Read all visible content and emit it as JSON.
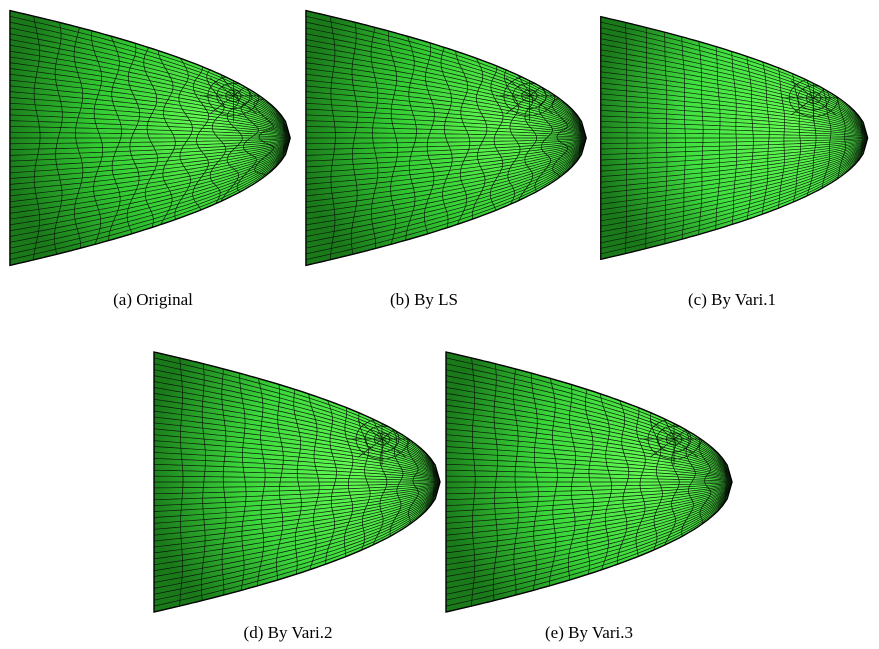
{
  "figure": {
    "panels": [
      {
        "id": "a",
        "caption": "(a) Original",
        "shade": "#33cc33",
        "uniformity": 0.0
      },
      {
        "id": "b",
        "caption": "(b) By LS",
        "shade": "#33cc33",
        "uniformity": 0.25
      },
      {
        "id": "c",
        "caption": "(c) By Vari.1",
        "shade": "#40e040",
        "uniformity": 0.9
      },
      {
        "id": "d",
        "caption": "(d) By Vari.2",
        "shade": "#3cd83c",
        "uniformity": 0.6
      },
      {
        "id": "e",
        "caption": "(e) By Vari.3",
        "shade": "#3ad63a",
        "uniformity": 0.55
      }
    ],
    "colors": {
      "mesh_fill": "#33cc33",
      "mesh_highlight": "#66ff55",
      "mesh_shadow": "#1a7a1a",
      "mesh_lines": "#0a1a0a"
    }
  }
}
